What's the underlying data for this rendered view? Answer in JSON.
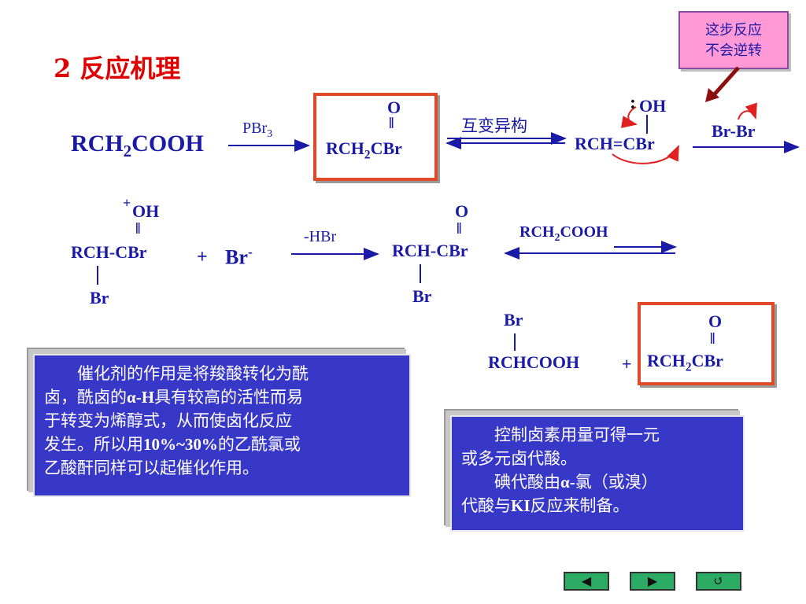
{
  "title": "2 反应机理",
  "note": {
    "line1": "这步反应",
    "line2": "不会逆转"
  },
  "row1": {
    "reactant_rch2": "RCH",
    "reactant_sub": "2",
    "reactant_cooh": "COOH",
    "reagent_pbr": "PBr",
    "reagent_sub": "3",
    "acyl_o": "O",
    "acyl_bond": "‖",
    "acyl_rch": "RCH",
    "acyl_sub": "2",
    "acyl_cbr": "CBr",
    "tautomer_label": "互变异构",
    "enol_colon": ":",
    "enol_oh": "OH",
    "enol_formula": "RCH=CBr",
    "bromine": "Br-Br"
  },
  "row2": {
    "cation_plus": "+",
    "cation_oh": "OH",
    "cation_formula": "RCH-CBr",
    "cation_br": "Br",
    "plus_sign": "+",
    "bromide": "Br",
    "bromide_charge": "-",
    "step_label": "-HBr",
    "product_o": "O",
    "product_formula": "RCH-CBr",
    "product_br": "Br",
    "acid_label_rch": "RCH",
    "acid_label_sub": "2",
    "acid_label_cooh": "COOH"
  },
  "row3": {
    "br_top": "Br",
    "acid_formula": "RCHCOOH",
    "plus_sign": "+",
    "acyl_o": "O",
    "acyl_rch": "RCH",
    "acyl_sub": "2",
    "acyl_cbr": "CBr"
  },
  "panel_left": {
    "line1": "催化剂的作用是将羧酸转化为酰",
    "line2a": "卤，酰卤的",
    "line2b": "α-H",
    "line2c": "具有较高的活性而易",
    "line3": "于转变为烯醇式，从而使卤化反应",
    "line4a": "发生。所以用",
    "line4b": "10%~30%",
    "line4c": "的乙酰氯或",
    "line5": "乙酸酐同样可以起催化作用。"
  },
  "panel_right": {
    "line1": "控制卤素用量可得一元",
    "line2": "或多元卤代酸。",
    "line3a": "碘代酸由",
    "line3b": "α-",
    "line3c": "氯（或溴）",
    "line4a": "代酸与",
    "line4b": "KI",
    "line4c": "反应来制备。"
  },
  "nav": {
    "prev": "◀",
    "next": "▶",
    "return": "↺"
  },
  "colors": {
    "accent_red": "#e00000",
    "chem_blue": "#1a1aa6",
    "panel_blue": "#3737c8",
    "nav_green": "#2bab63",
    "note_pink": "#ff9ad6"
  }
}
